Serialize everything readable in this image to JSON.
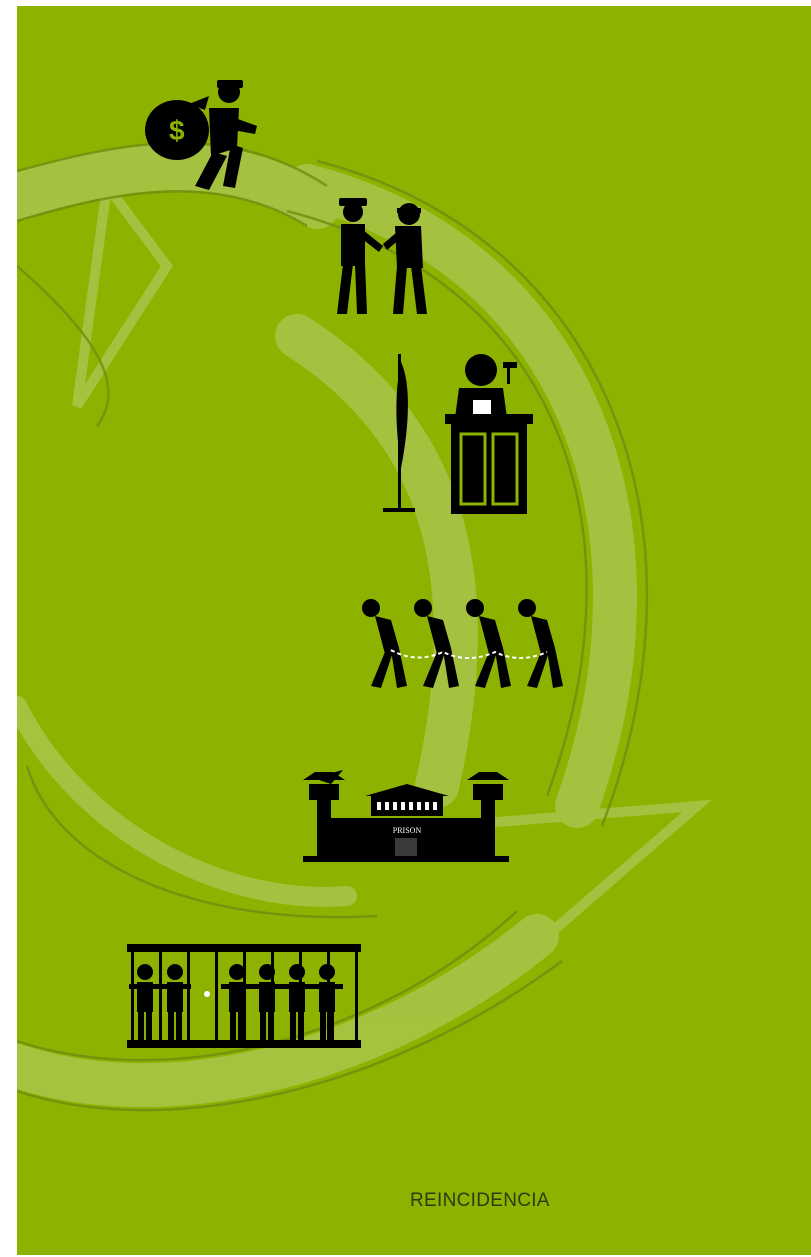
{
  "poster": {
    "background_color": "#8db300",
    "arrow_color": "#a9c54a",
    "arrow_edge_color": "#6f8d12",
    "icon_color": "#000000",
    "caption_color": "#2f3a10"
  },
  "stages": [
    {
      "name": "robbery",
      "icon": "thief-with-money-bag-icon"
    },
    {
      "name": "arrest",
      "icon": "police-arresting-suspect-icon"
    },
    {
      "name": "trial",
      "icon": "judge-at-bench-with-flag-icon"
    },
    {
      "name": "transfer",
      "icon": "chained-prisoners-walking-icon"
    },
    {
      "name": "prison",
      "icon": "prison-building-icon"
    },
    {
      "name": "incarceration",
      "icon": "inmates-behind-bars-icon"
    }
  ],
  "labels": {
    "prison_sign": "PRISON",
    "caption": "REINCIDENCIA"
  }
}
